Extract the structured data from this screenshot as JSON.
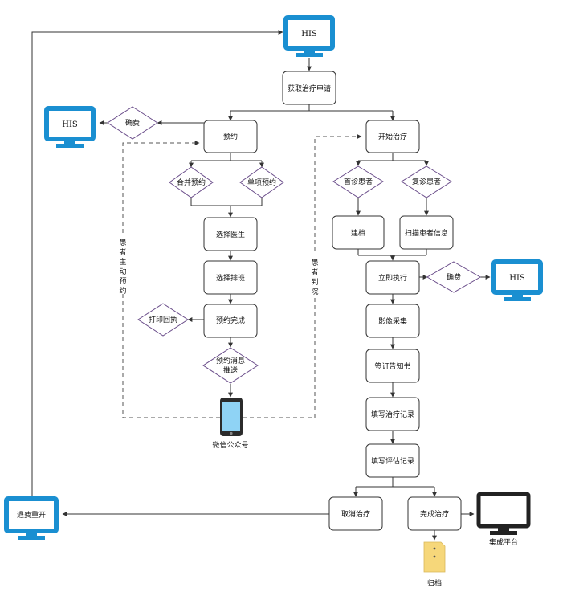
{
  "monitors": {
    "his_top": "HIS",
    "his_left": "HIS",
    "his_right": "HIS",
    "refund": "退费重开",
    "integration": "集成平台"
  },
  "nodes": {
    "get_request": "获取治疗申请",
    "appointment": "预约",
    "start_treatment": "开始治疗",
    "select_doctor": "选择医生",
    "select_schedule": "选择排班",
    "appointment_done": "预约完成",
    "create_record": "建档",
    "scan_info": "扫描患者信息",
    "execute_now": "立即执行",
    "image_capture": "影像采集",
    "sign_notice": "签订告知书",
    "fill_treatment": "填写治疗记录",
    "fill_evaluation": "填写评估记录",
    "cancel_treatment": "取消治疗",
    "complete_treatment": "完成治疗"
  },
  "diamonds": {
    "fee_left": "确费",
    "fee_right": "确费",
    "merge_appt": "合并预约",
    "single_appt": "单项预约",
    "first_visit": "首诊患者",
    "revisit": "复诊患者",
    "print_receipt": "打印回执",
    "push_line1": "预约消息",
    "push_line2": "推送"
  },
  "labels": {
    "wechat": "微信公众号",
    "archive": "归档",
    "patient_self_appt": [
      "患",
      "者",
      "主",
      "动",
      "预",
      "约"
    ],
    "patient_arrive": [
      "患",
      "者",
      "到",
      "院"
    ]
  },
  "colors": {
    "monitor_blue": "#1a8fd1",
    "monitor_black": "#222222",
    "phone_screen": "#8fd3f5",
    "note_yellow": "#f6d77a"
  }
}
